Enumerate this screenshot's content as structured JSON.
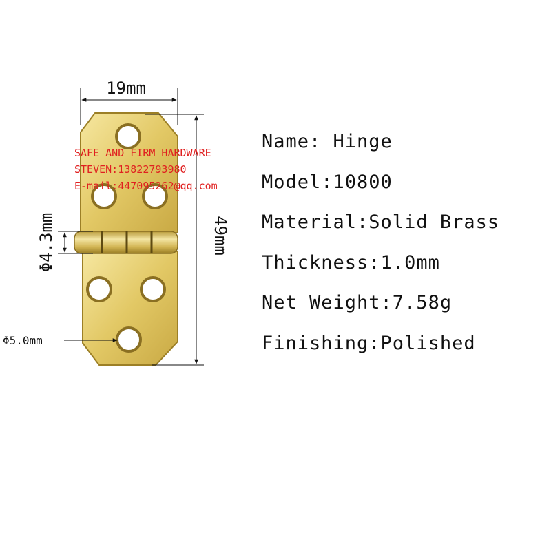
{
  "dimensions": {
    "width": "19mm",
    "height": "49mm",
    "pin_diameter": "Φ4.3mm",
    "hole_diameter": "Φ5.0mm"
  },
  "watermark": {
    "line1": "SAFE AND FIRM HARDWARE",
    "line2": "STEVEN:13822793980",
    "line3": "E-mail:447095262@qq.com"
  },
  "specs": {
    "name": "Name: Hinge",
    "model": "Model:10800",
    "material": "Material:Solid Brass",
    "thickness": "Thickness:1.0mm",
    "weight": "Net Weight:7.58g",
    "finishing": "Finishing:Polished"
  },
  "colors": {
    "brass_light": "#f3e08a",
    "brass": "#d9bd55",
    "brass_dark": "#a88a2a",
    "watermark": "#e02020"
  }
}
